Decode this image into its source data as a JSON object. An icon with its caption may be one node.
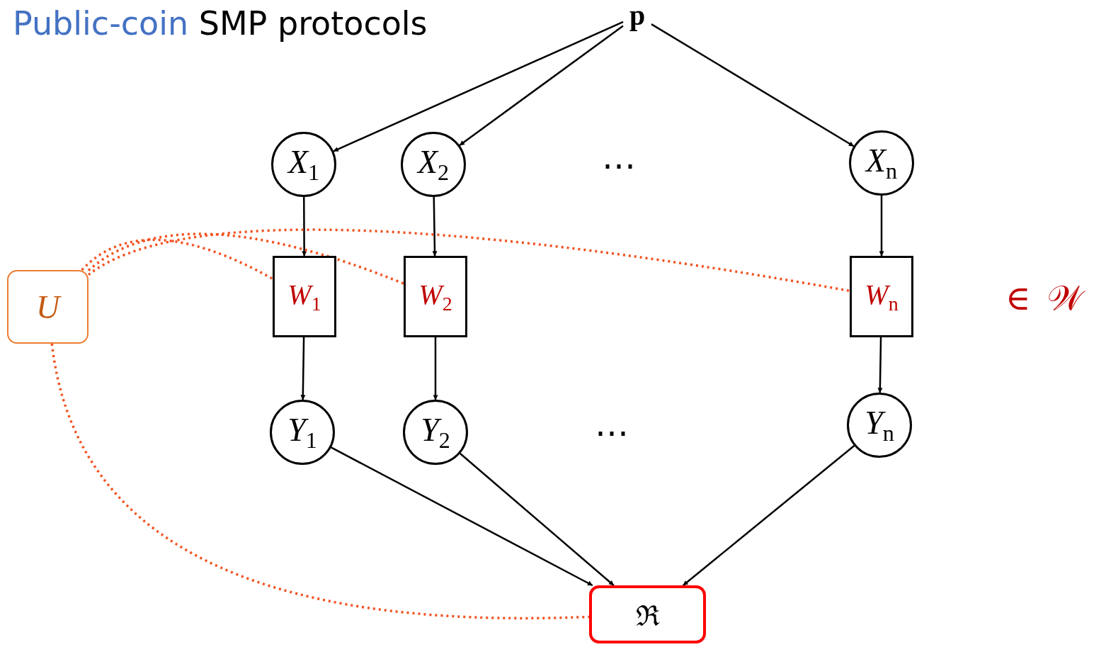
{
  "diagram": {
    "title": "Public-coin SMP protocols",
    "nodes": [
      {
        "text": [
          "p"
        ]
      },
      {
        "text": [
          "*X*$_{1}$"
        ]
      },
      {
        "text": [
          "*X*$_{2}$"
        ]
      },
      {
        "text": [
          "*X*$_{n}$"
        ]
      },
      {
        "text": [
          "*W*$_{1}$"
        ]
      },
      {
        "text": [
          "*W*$_{2}$"
        ]
      },
      {
        "text": [
          "*W*$_{n}$"
        ]
      },
      {
        "text": [
          "*Y*$_{1}$"
        ]
      },
      {
        "text": [
          "*Y*$_{2}$"
        ]
      },
      {
        "text": [
          "*Y*$_{n}$"
        ]
      },
      {
        "text": [
          "U"
        ]
      },
      {
        "text": [
          "ℜ"
        ]
      }
    ],
    "edges": [
      {
        "from": 0,
        "to": 1,
        "arrow": "to"
      },
      {
        "from": 0,
        "to": 2,
        "arrow": "to"
      },
      {
        "from": 0,
        "to": 3,
        "arrow": "to"
      },
      {
        "from": 1,
        "to": 4,
        "arrow": "to"
      },
      {
        "from": 2,
        "to": 5,
        "arrow": "to"
      },
      {
        "from": 3,
        "to": 6,
        "arrow": "to"
      },
      {
        "from": 4,
        "to": 7,
        "arrow": "to"
      },
      {
        "from": 5,
        "to": 8,
        "arrow": "to"
      },
      {
        "from": 6,
        "to": 9,
        "arrow": "to"
      },
      {
        "from": 7,
        "to": 11,
        "arrow": "to"
      },
      {
        "from": 8,
        "to": 11,
        "arrow": "to"
      },
      {
        "from": 9,
        "to": 11,
        "arrow": "to"
      },
      {
        "from": 10,
        "to": 4,
        "arrow": "none",
        "style": "dashed",
        "color": "#f4511e"
      },
      {
        "from": 10,
        "to": 5,
        "arrow": "none",
        "style": "dashed",
        "color": "#f4511e"
      },
      {
        "from": 10,
        "to": 6,
        "arrow": "none",
        "style": "dashed",
        "color": "#f4511e"
      },
      {
        "from": 10,
        "to": 11,
        "arrow": "none",
        "style": "dashed",
        "color": "#f4511e"
      }
    ],
    "labels": [
      "⋯",
      "⋯",
      "∈ 𝒲"
    ]
  }
}
